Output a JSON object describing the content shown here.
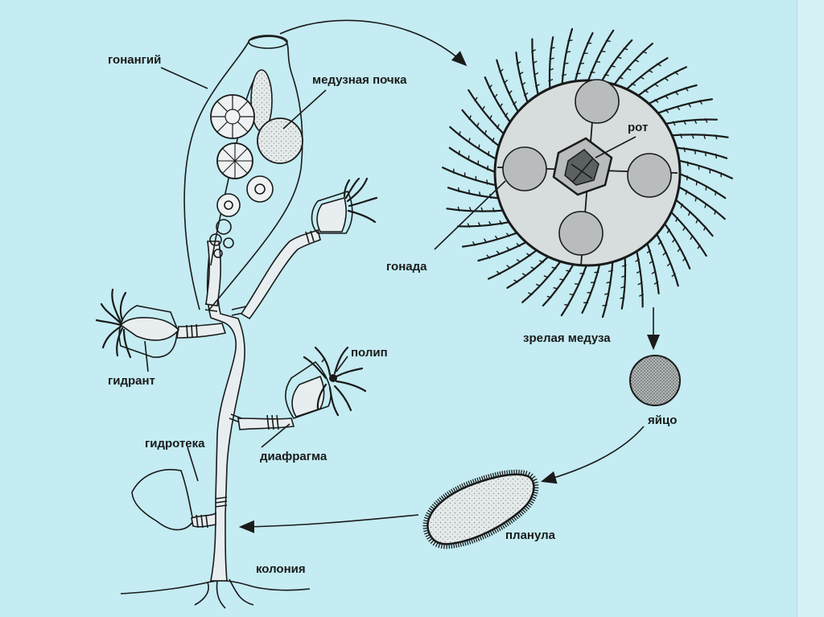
{
  "labels": {
    "gonangium": "гонангий",
    "medusa_bud": "медузная почка",
    "mouth": "рот",
    "gonad": "гонада",
    "mature_medusa": "зрелая медуза",
    "polyp": "полип",
    "hydranth": "гидрант",
    "egg": "яйцо",
    "hydrotheca": "гидротека",
    "diaphragm": "диафрагма",
    "planula": "планула",
    "colony": "колония"
  },
  "colors": {
    "background": "#c4ecf2",
    "ink": "#1a1a1a",
    "stipple": "#9ea3a4"
  }
}
